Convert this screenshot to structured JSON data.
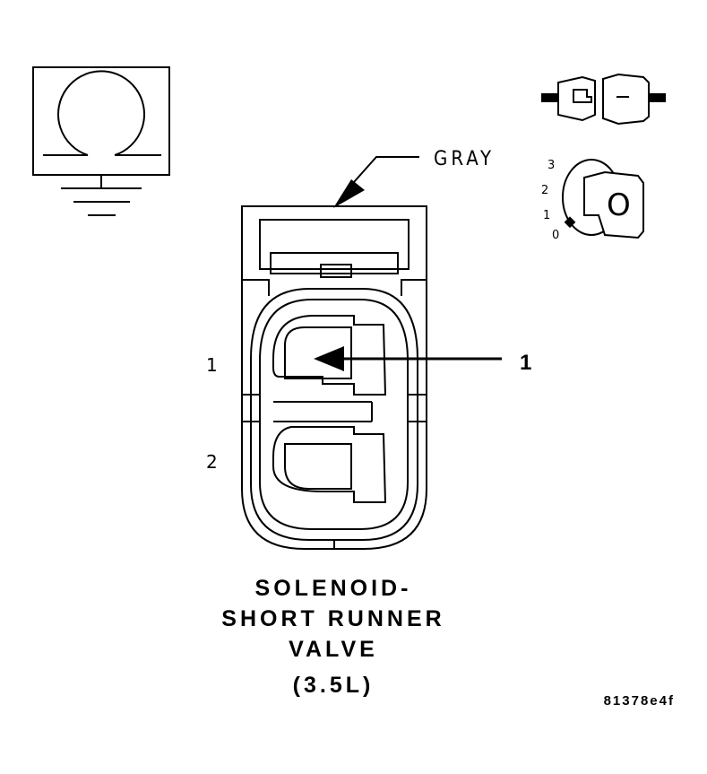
{
  "wire_color_label": "GRAY",
  "pin_labels": [
    "1",
    "2"
  ],
  "callout_number": "1",
  "ignition_positions": [
    "3",
    "2",
    "1",
    "0"
  ],
  "ignition_key_letter": "O",
  "title_lines": [
    "SOLENOID-",
    "SHORT RUNNER",
    "VALVE",
    "(3.5L)"
  ],
  "figure_code": "81378e4f",
  "icons": {
    "meter": "ohmmeter-icon",
    "connector": "disconnected-connector-icon",
    "ignition": "ignition-switch-icon"
  }
}
